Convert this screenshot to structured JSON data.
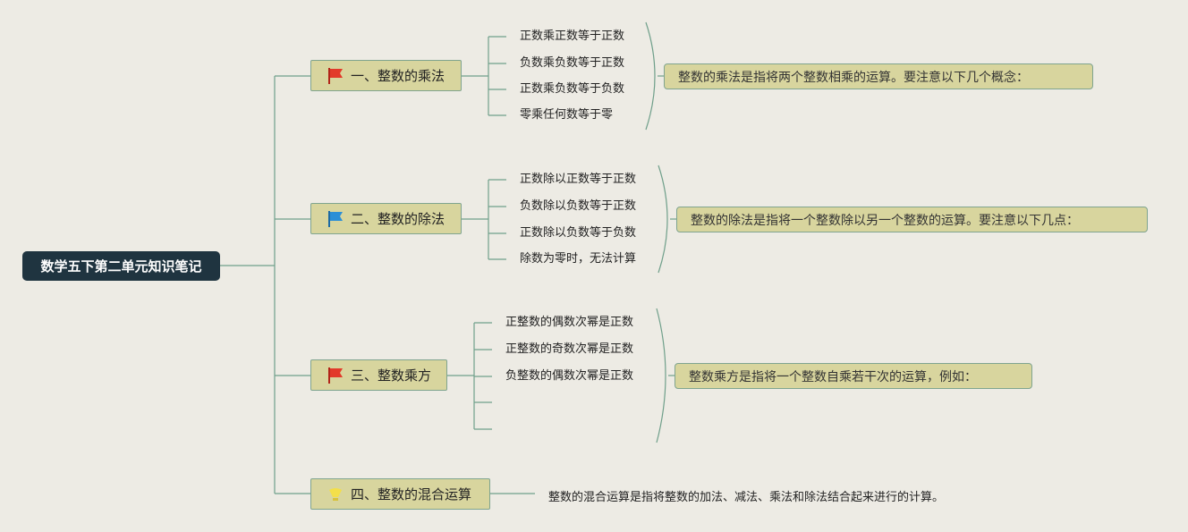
{
  "colors": {
    "background": "#edebe4",
    "root_fill": "#1f3440",
    "node_fill": "#d8d59e",
    "connector": "#6f9f8a",
    "flag_red": "#e23a2a",
    "flag_blue": "#2c8fd6",
    "bulb_yellow": "#f3df4a"
  },
  "root": {
    "title": "数学五下第二单元知识笔记"
  },
  "branches": [
    {
      "label": "一、整数的乘法",
      "icon": "red-flag-icon",
      "items": [
        "正数乘正数等于正数",
        "负数乘负数等于正数",
        "正数乘负数等于负数",
        "零乘任何数等于零"
      ],
      "summary": "整数的乘法是指将两个整数相乘的运算。要注意以下几个概念："
    },
    {
      "label": "二、整数的除法",
      "icon": "blue-flag-icon",
      "items": [
        "正数除以正数等于正数",
        "负数除以负数等于正数",
        "正数除以负数等于负数",
        "除数为零时，无法计算"
      ],
      "summary": "整数的除法是指将一个整数除以另一个整数的运算。要注意以下几点："
    },
    {
      "label": "三、整数乘方",
      "icon": "red-flag-icon",
      "items": [
        "正整数的偶数次幂是正数",
        "正整数的奇数次幂是正数",
        "负整数的偶数次幂是正数",
        "",
        ""
      ],
      "summary": "整数乘方是指将一个整数自乘若干次的运算，例如："
    },
    {
      "label": "四、整数的混合运算",
      "icon": "lightbulb-icon",
      "items": [],
      "summary": "整数的混合运算是指将整数的加法、减法、乘法和除法结合起来进行的计算。"
    }
  ]
}
